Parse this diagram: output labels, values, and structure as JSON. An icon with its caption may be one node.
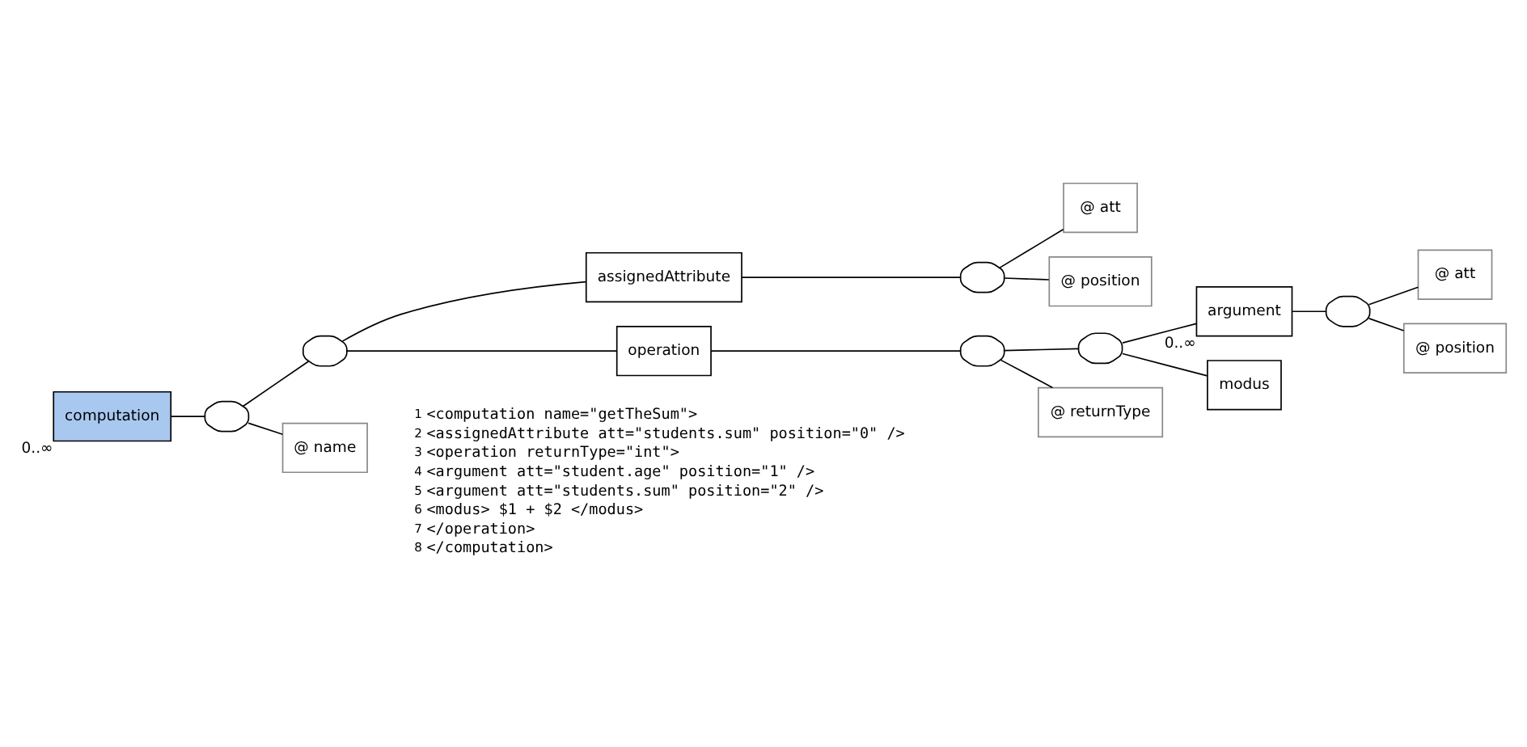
{
  "diagram": {
    "nodes": [
      {
        "text": [
          "computation"
        ],
        "beside": [
          "0..∞"
        ]
      },
      {
        "text": [],
        "shape": "octagon"
      },
      {
        "text": [],
        "shape": "octagon"
      },
      {
        "text": [
          "assignedAttribute"
        ]
      },
      {
        "text": [],
        "shape": "octagon"
      },
      {
        "text": [
          "@ att"
        ]
      },
      {
        "text": [
          "@ position"
        ]
      },
      {
        "text": [
          "operation"
        ]
      },
      {
        "text": [],
        "shape": "octagon"
      },
      {
        "text": [],
        "shape": "octagon"
      },
      {
        "text": [
          "argument"
        ],
        "beside": [
          "0..∞"
        ]
      },
      {
        "text": [],
        "shape": "octagon"
      },
      {
        "text": [
          "@ att"
        ]
      },
      {
        "text": [
          "@ position"
        ]
      },
      {
        "text": [
          "modus"
        ]
      },
      {
        "text": [
          "@ returnType"
        ]
      },
      {
        "text": [
          "@ name"
        ]
      }
    ],
    "edges": [
      {
        "from": 0,
        "to": 1,
        "arrow": "none"
      },
      {
        "from": 1,
        "to": 2,
        "arrow": "none"
      },
      {
        "from": 1,
        "to": 16,
        "arrow": "none"
      },
      {
        "from": 2,
        "to": 3,
        "arrow": "none"
      },
      {
        "from": 2,
        "to": 7,
        "arrow": "none"
      },
      {
        "from": 3,
        "to": 4,
        "arrow": "none"
      },
      {
        "from": 4,
        "to": 5,
        "arrow": "none"
      },
      {
        "from": 4,
        "to": 6,
        "arrow": "none"
      },
      {
        "from": 7,
        "to": 8,
        "arrow": "none"
      },
      {
        "from": 8,
        "to": 9,
        "arrow": "none"
      },
      {
        "from": 8,
        "to": 15,
        "arrow": "none"
      },
      {
        "from": 9,
        "to": 10,
        "arrow": "none"
      },
      {
        "from": 9,
        "to": 14,
        "arrow": "none"
      },
      {
        "from": 10,
        "to": 11,
        "arrow": "none"
      },
      {
        "from": 11,
        "to": 12,
        "arrow": "none"
      },
      {
        "from": 11,
        "to": 13,
        "arrow": "none"
      }
    ],
    "labels": [
      "1",
      "<computation name=\"getTheSum\">",
      "2",
      "<assignedAttribute att=\"students.sum\" position=\"0\" />",
      "3",
      "<operation returnType=\"int\">",
      "4",
      "<argument att=\"student.age\" position=\"1\" />",
      "5",
      "<argument att=\"students.sum\" position=\"2\" />",
      "6",
      "<modus> $1 + $2 </modus>",
      "7",
      "</operation>",
      "8",
      "</computation>"
    ]
  }
}
